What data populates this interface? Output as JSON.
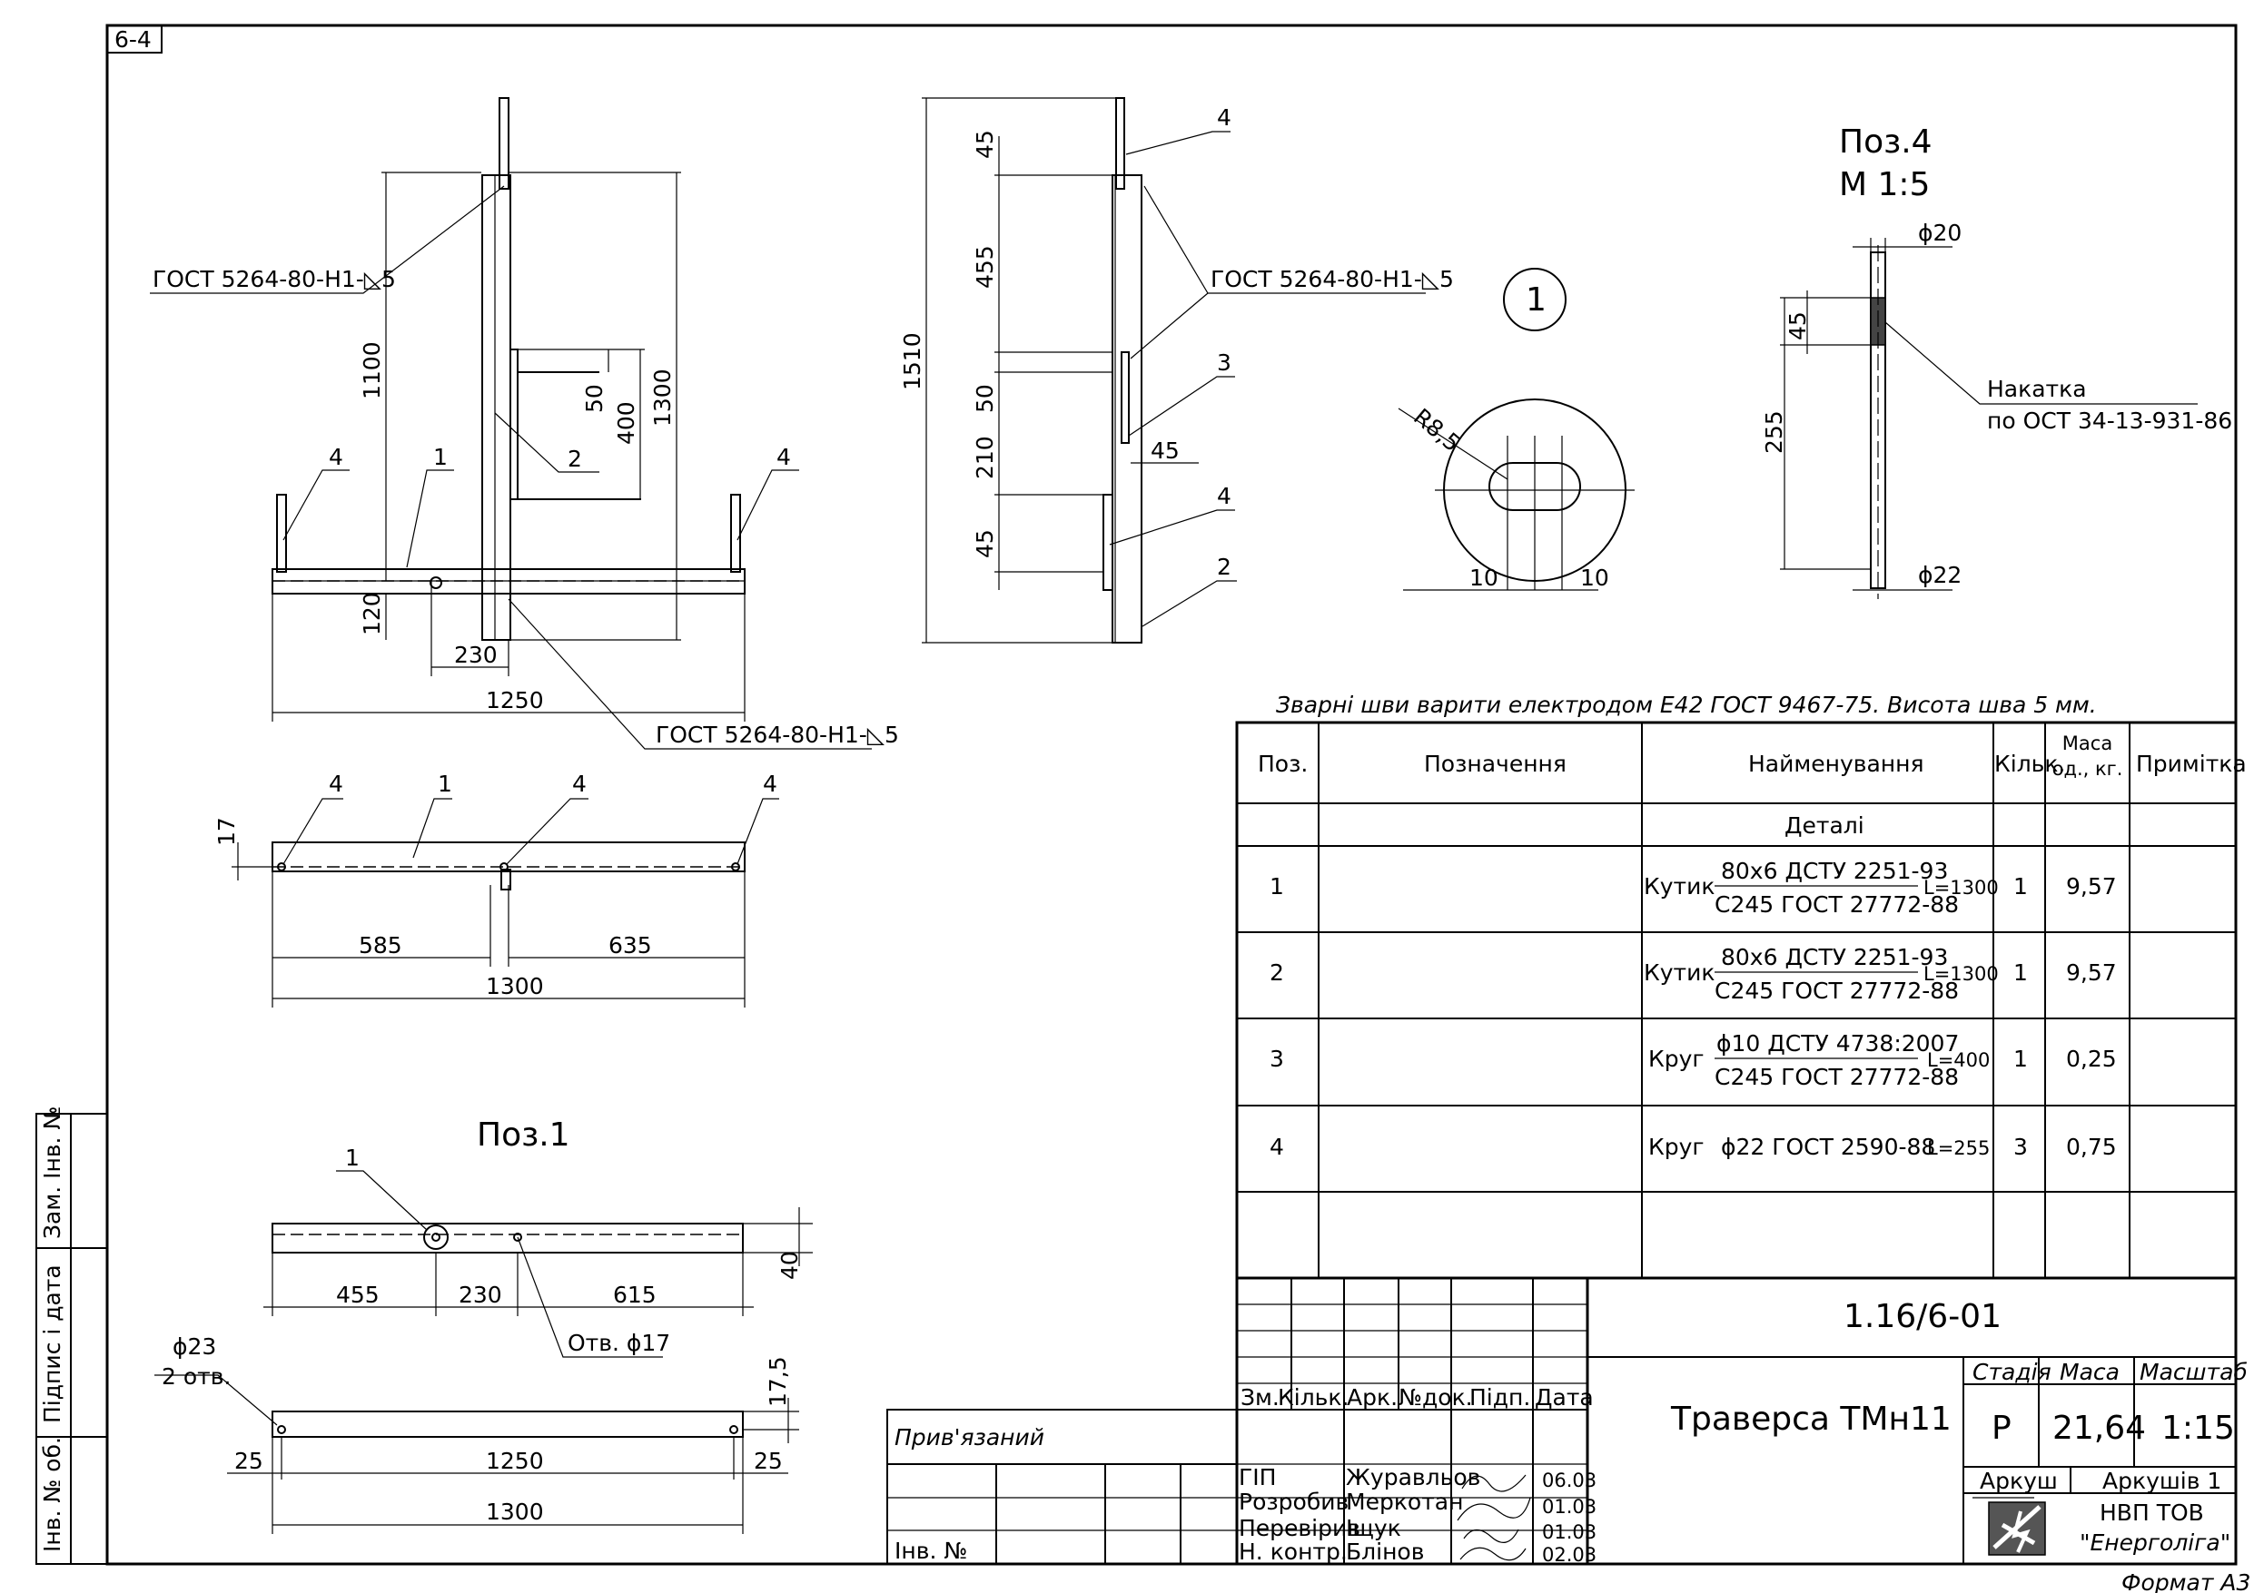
{
  "sheet": {
    "corner_label": "6-4",
    "format_label": "Формат А3"
  },
  "side_stamp": {
    "zam_inv": "Зам. Інв. №",
    "pidpys": "Підпис і дата",
    "inv_orig": "Інв. № об."
  },
  "main_view": {
    "weld_1": "ГОСТ 5264-80-Н1-◺5",
    "weld_2": "ГОСТ 5264-80-Н1-◺5",
    "dims": [
      "1100",
      "1300",
      "50",
      "400",
      "120",
      "230",
      "1250"
    ],
    "callouts": [
      "4",
      "1",
      "2",
      "4"
    ]
  },
  "top_view": {
    "dims": [
      "17",
      "585",
      "635",
      "1300"
    ],
    "callouts": [
      "4",
      "1",
      "4",
      "4"
    ]
  },
  "side_view": {
    "weld": "ГОСТ 5264-80-Н1-◺5",
    "dims": [
      "45",
      "455",
      "50",
      "210",
      "45",
      "1510",
      "45"
    ],
    "callouts": [
      "4",
      "3",
      "4",
      "2"
    ]
  },
  "detail_1": {
    "bubble": "1",
    "radius": "R8,5",
    "dims": [
      "10",
      "10"
    ]
  },
  "pos4": {
    "title": "Поз.4",
    "scale": "М 1:5",
    "d20": "ϕ20",
    "d22": "ϕ22",
    "dim45": "45",
    "dim255": "255",
    "note1": "Накатка",
    "note2": "по ОСТ 34-13-931-86"
  },
  "pos1": {
    "title": "Поз.1",
    "callout": "1",
    "dims": [
      "455",
      "230",
      "615",
      "40",
      "17,5",
      "25",
      "1250",
      "25",
      "1300"
    ],
    "hole_label": "Отв. ϕ17",
    "hole2_a": "ϕ23",
    "hole2_b": "2 отв."
  },
  "note": "Зварні шви варити електродом Е42 ГОСТ 9467-75. Висота шва 5 мм.",
  "spec": {
    "headers": [
      "Поз.",
      "Позначення",
      "Найменування",
      "Кільк.",
      "Маса од., кг.",
      "Примітка"
    ],
    "section": "Деталі",
    "rows": [
      {
        "pos": "1",
        "name": "Кутик",
        "top": "80х6 ДСТУ 2251-93",
        "bottom": "С245 ГОСТ 27772-88",
        "len": "L=1300",
        "qty": "1",
        "mass": "9,57"
      },
      {
        "pos": "2",
        "name": "Кутик",
        "top": "80х6 ДСТУ 2251-93",
        "bottom": "С245 ГОСТ 27772-88",
        "len": "L=1300",
        "qty": "1",
        "mass": "9,57"
      },
      {
        "pos": "3",
        "name": "Круг",
        "top": "ϕ10 ДСТУ 4738:2007",
        "bottom": "С245 ГОСТ 27772-88",
        "len": "L=400",
        "qty": "1",
        "mass": "0,25"
      },
      {
        "pos": "4",
        "name": "Круг",
        "top": "ϕ22 ГОСТ 2590-88",
        "bottom": "",
        "len": "L=255",
        "qty": "3",
        "mass": "0,75"
      }
    ]
  },
  "title_block": {
    "doc_number": "1.16/6-01",
    "title": "Траверса ТМн11",
    "col_heads": [
      "Зм.",
      "Кільк.",
      "Арк.",
      "№док.",
      "Підп.",
      "Дата"
    ],
    "stage_head": "Стадія",
    "mass_head": "Маса",
    "scale_head": "Масштаб",
    "stage": "Р",
    "mass": "21,64",
    "scale": "1:15",
    "sheet": "Аркуш",
    "sheets": "Аркушів 1",
    "company1": "НВП ТОВ",
    "company2": "\"Енерголіга\"",
    "pryvyazanyi": "Прив'язаний",
    "inv_no": "Інв. №",
    "roles": [
      {
        "role": "ГІП",
        "name": "Журавльов",
        "date": "06.03"
      },
      {
        "role": "Розробив",
        "name": "Меркотан",
        "date": "01.03"
      },
      {
        "role": "Перевірив",
        "name": "Іщук",
        "date": "01.03"
      },
      {
        "role": "Н. контр.",
        "name": "Блінов",
        "date": "02.03"
      }
    ]
  }
}
